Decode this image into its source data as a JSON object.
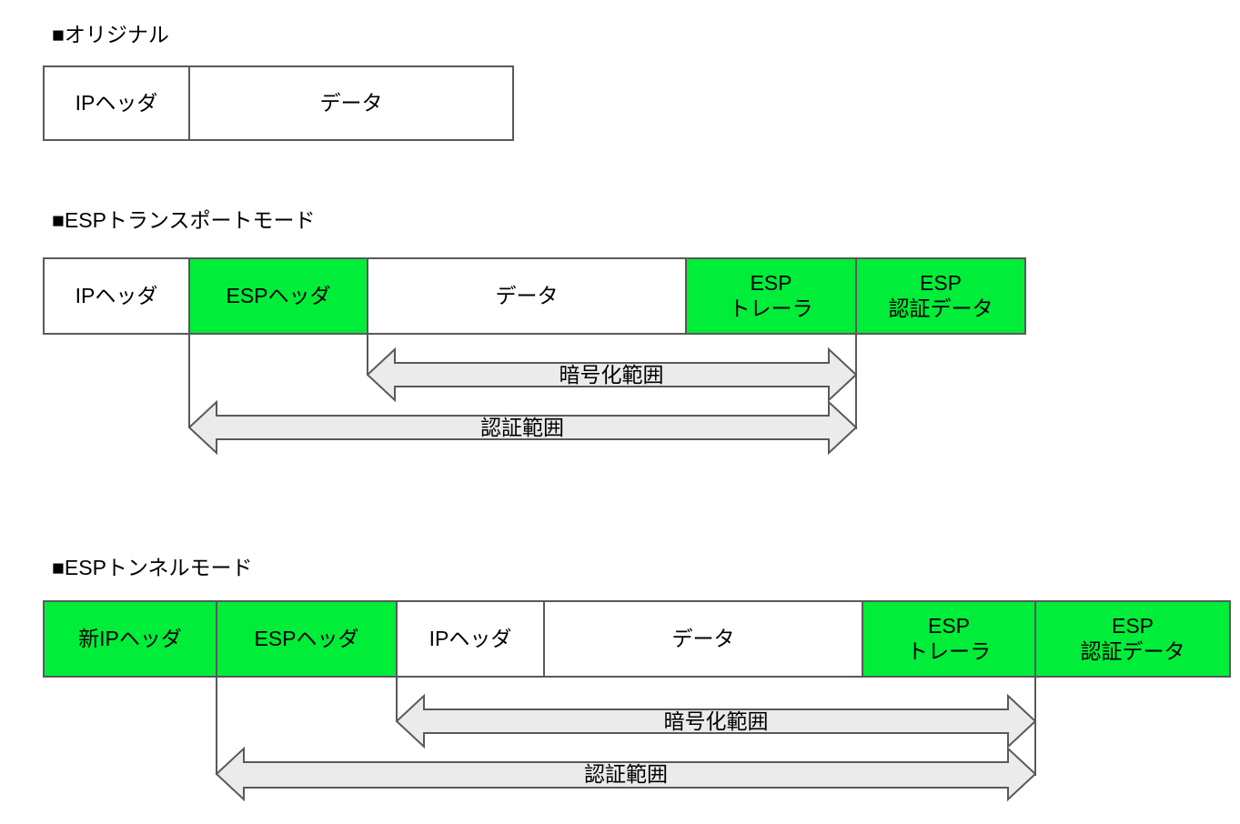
{
  "palette": {
    "highlight_green": "#00ED3A",
    "box_border": "#595959",
    "arrow_fill": "#EBEBEB",
    "arrow_stroke": "#595959",
    "background": "#FFFFFF",
    "text": "#000000"
  },
  "sections": {
    "original": {
      "title": "■オリジナル",
      "cells": [
        {
          "label": "IPヘッダ",
          "highlighted": false
        },
        {
          "label": "データ",
          "highlighted": false
        }
      ]
    },
    "transport": {
      "title": "■ESPトランスポートモード",
      "cells": [
        {
          "label": "IPヘッダ",
          "highlighted": false
        },
        {
          "label": "ESPヘッダ",
          "highlighted": true
        },
        {
          "label": "データ",
          "highlighted": false
        },
        {
          "label": "ESP\nトレーラ",
          "highlighted": true
        },
        {
          "label": "ESP\n認証データ",
          "highlighted": true
        }
      ],
      "ranges": {
        "encryption": "暗号化範囲",
        "authentication": "認証範囲"
      }
    },
    "tunnel": {
      "title": "■ESPトンネルモード",
      "cells": [
        {
          "label": "新IPヘッダ",
          "highlighted": true
        },
        {
          "label": "ESPヘッダ",
          "highlighted": true
        },
        {
          "label": "IPヘッダ",
          "highlighted": false
        },
        {
          "label": "データ",
          "highlighted": false
        },
        {
          "label": "ESP\nトレーラ",
          "highlighted": true
        },
        {
          "label": "ESP\n認証データ",
          "highlighted": true
        }
      ],
      "ranges": {
        "encryption": "暗号化範囲",
        "authentication": "認証範囲"
      }
    }
  }
}
